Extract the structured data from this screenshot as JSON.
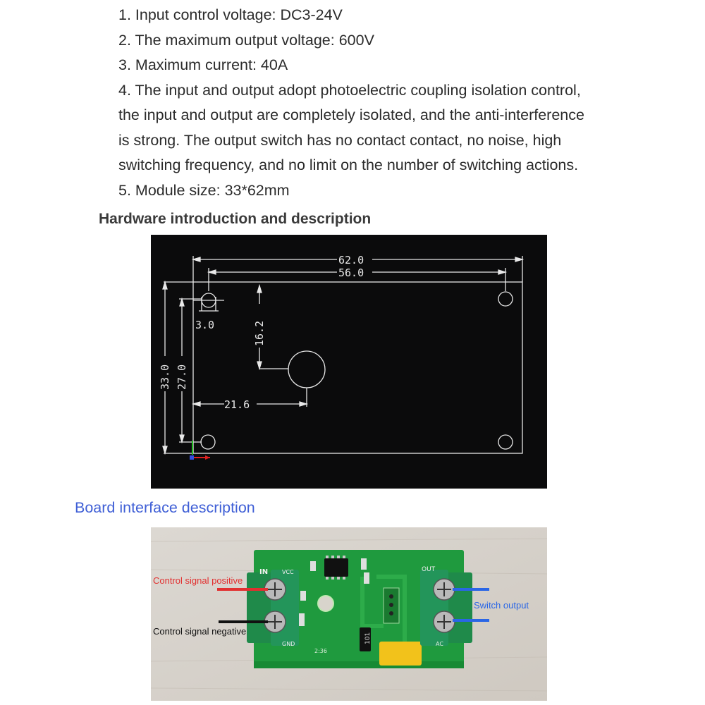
{
  "specs": [
    "1. Input control voltage: DC3-24V",
    "2. The maximum output voltage: 600V",
    "3. Maximum current: 40A",
    "4. The input and output adopt photoelectric coupling isolation control,",
    "the input and output are completely isolated, and the anti-interference",
    "is strong. The output switch has no contact contact, no noise, high",
    "switching frequency, and no limit on the number of switching actions.",
    "5. Module size: 33*62mm"
  ],
  "hardware_heading": "Hardware introduction and description",
  "drawing": {
    "dim_62": "62.0",
    "dim_56": "56.0",
    "dim_3": "3.0",
    "dim_16_2": "16.2",
    "dim_21_6": "21.6",
    "dim_33": "33.0",
    "dim_27": "27.0",
    "colors": {
      "background": "#0b0b0c",
      "lines": "#e8e8e8",
      "axis_x": "#e02020",
      "axis_y": "#22c022"
    }
  },
  "board_heading": "Board interface description",
  "board": {
    "label_positive": "Control signal positive",
    "label_negative": "Control signal negative",
    "label_output": "Switch output",
    "silk_in": "IN",
    "silk_vcc": "VCC",
    "silk_gnd": "GND",
    "silk_out": "OUT",
    "silk_ac": "AC",
    "silk_date": "2:36",
    "resistor_code": "101",
    "colors": {
      "positive": "#e23030",
      "negative": "#111111",
      "output": "#2a66e6",
      "pcb": "#1f9a3e",
      "terminal": "#1f8a4a"
    }
  }
}
